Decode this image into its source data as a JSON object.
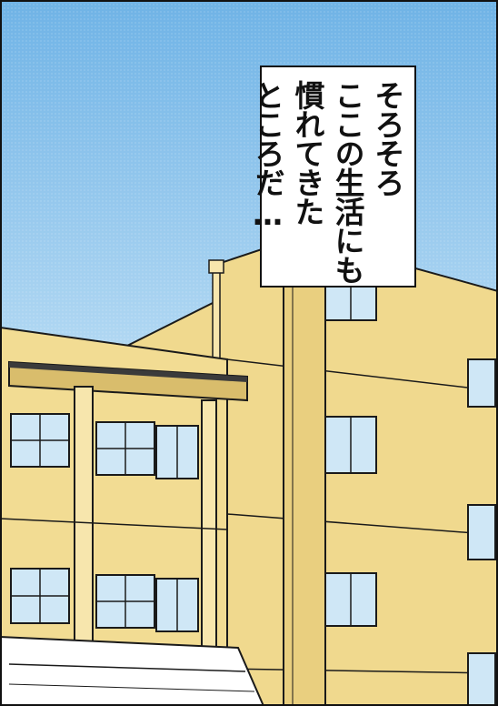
{
  "panel": {
    "caption_lines": [
      "そろそろ",
      "ここの生活にも",
      "慣れてきた",
      "ところだ…"
    ]
  },
  "colors": {
    "sky_top": "#6fb3e6",
    "sky_bottom": "#e4f1fb",
    "building_wall": "#f0d98e",
    "building_shadow": "#d9bd6c",
    "window_glass": "#cfe7f6",
    "outline": "#1a1a1a"
  }
}
